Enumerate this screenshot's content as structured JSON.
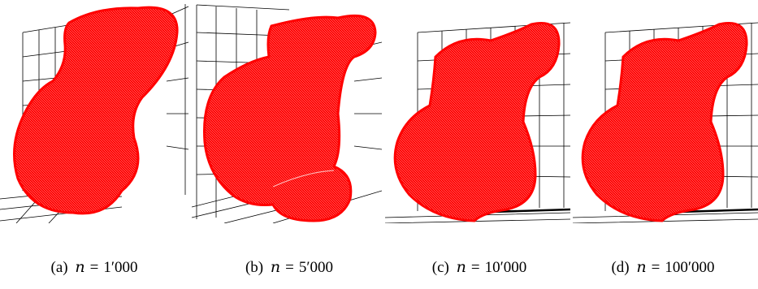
{
  "figure": {
    "shape_color": "#ff0000",
    "grid_color": "#000000",
    "panels": [
      {
        "label": "(a)",
        "variable": "n",
        "equals": "=",
        "value": "1′000"
      },
      {
        "label": "(b)",
        "variable": "n",
        "equals": "=",
        "value": "5′000"
      },
      {
        "label": "(c)",
        "variable": "n",
        "equals": "=",
        "value": "10′000"
      },
      {
        "label": "(d)",
        "variable": "n",
        "equals": "=",
        "value": "100′000"
      }
    ]
  }
}
